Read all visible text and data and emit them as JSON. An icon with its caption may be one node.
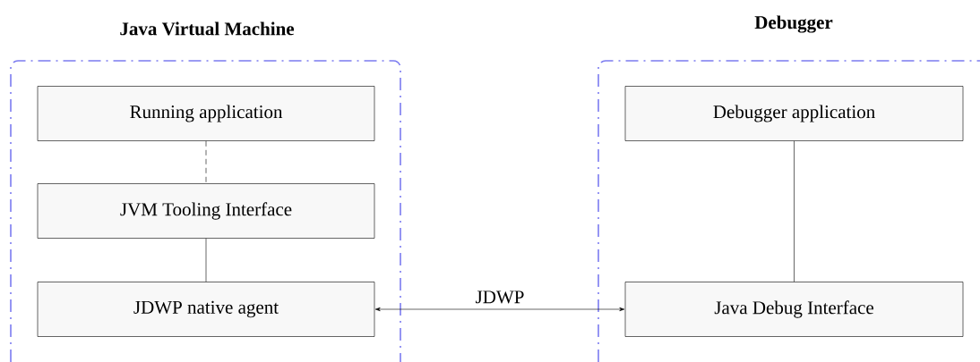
{
  "diagram": {
    "nodes": [
      {
        "text": [
          "Java Virtual Machine"
        ]
      },
      {
        "text": [
          "Running application"
        ],
        "in": 0
      },
      {
        "text": [
          "JVM Tooling Interface"
        ],
        "in": 0
      },
      {
        "text": [
          "JDWP native agent"
        ],
        "in": 0
      },
      {
        "text": [
          "Debugger"
        ]
      },
      {
        "text": [
          "Debugger application"
        ],
        "in": 4
      },
      {
        "text": [
          "Java Debug Interface"
        ],
        "in": 4
      }
    ],
    "edges": [
      {
        "from": 1,
        "to": 2,
        "arrow": "none",
        "style": "dashed"
      },
      {
        "from": 2,
        "to": 3,
        "arrow": "none"
      },
      {
        "from": 5,
        "to": 6,
        "arrow": "none"
      },
      {
        "from": 3,
        "to": 6,
        "arrow": "both",
        "label": "JDWP"
      }
    ]
  }
}
